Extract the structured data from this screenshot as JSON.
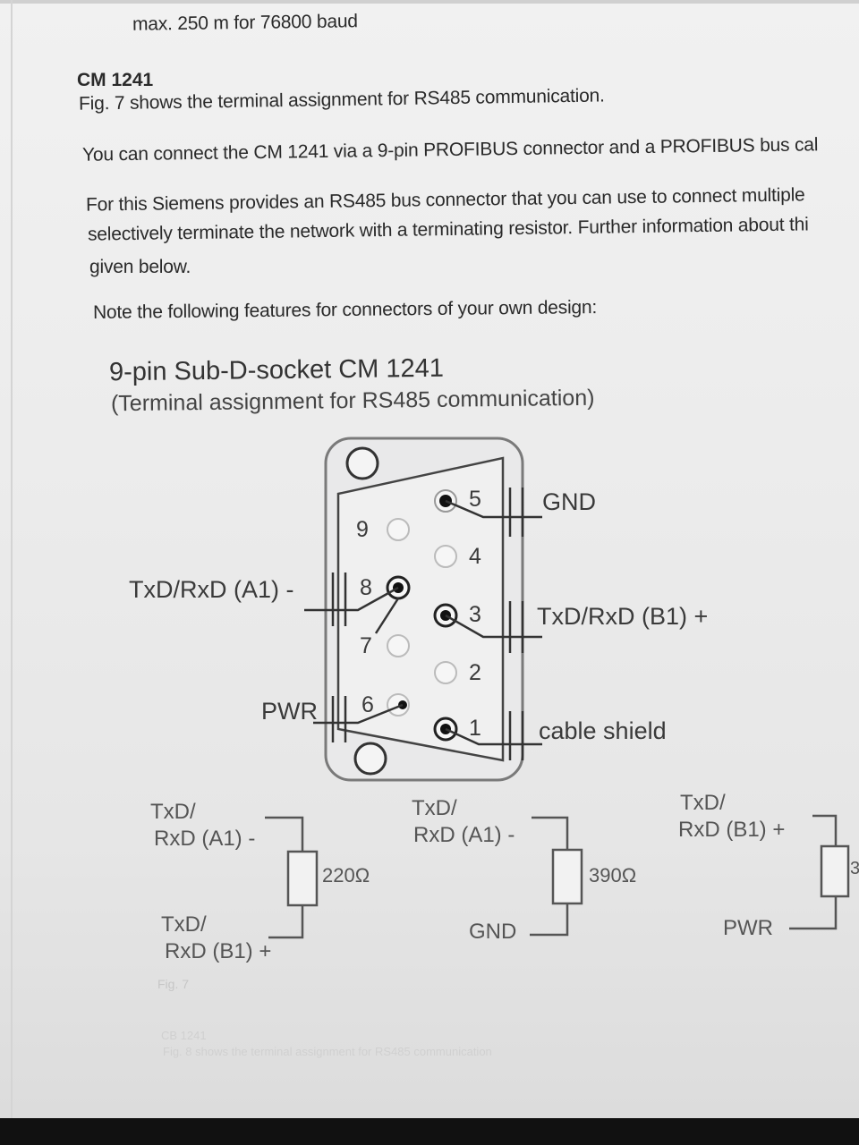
{
  "doc": {
    "line_baud": "max. 250 m for 76800 baud",
    "heading": "CM 1241",
    "fig_ref": "Fig. 7 shows the terminal assignment for RS485 communication.",
    "connect": "You can connect the CM 1241 via a 9-pin PROFIBUS connector and a PROFIBUS bus cal",
    "siemens_1": "For this Siemens provides an RS485 bus connector that you can use to connect multiple",
    "siemens_2": "selectively terminate the network with a terminating resistor. Further information about thi",
    "siemens_3": "given below.",
    "note": "Note the following features for connectors of your own design:"
  },
  "figure": {
    "title": "9-pin Sub-D-socket CM 1241",
    "subtitle": "(Terminal  assignment for RS485 communication)",
    "pins": [
      "1",
      "2",
      "3",
      "4",
      "5",
      "6",
      "7",
      "8",
      "9"
    ],
    "label_gnd": "GND",
    "label_b1": "TxD/RxD  (B1) +",
    "label_a1": "TxD/RxD  (A1) -",
    "label_pwr": "PWR",
    "label_shield": "cable shield"
  },
  "resistors": {
    "r1_top_1": "TxD/",
    "r1_top_2": "RxD  (A1) -",
    "r1_value": "220Ω",
    "r1_bot_1": "TxD/",
    "r1_bot_2": "RxD  (B1) +",
    "r2_top_1": "TxD/",
    "r2_top_2": "RxD  (A1) -",
    "r2_value": "390Ω",
    "r2_bot": "GND",
    "r3_top_1": "TxD/",
    "r3_top_2": "RxD  (B1) +",
    "r3_value": "3",
    "r3_bot": "PWR"
  },
  "footer": {
    "fig_label": "Fig. 7",
    "cb": "CB 1241",
    "cb_caption": "Fig. 8 shows the terminal assignment for RS485 communication"
  }
}
